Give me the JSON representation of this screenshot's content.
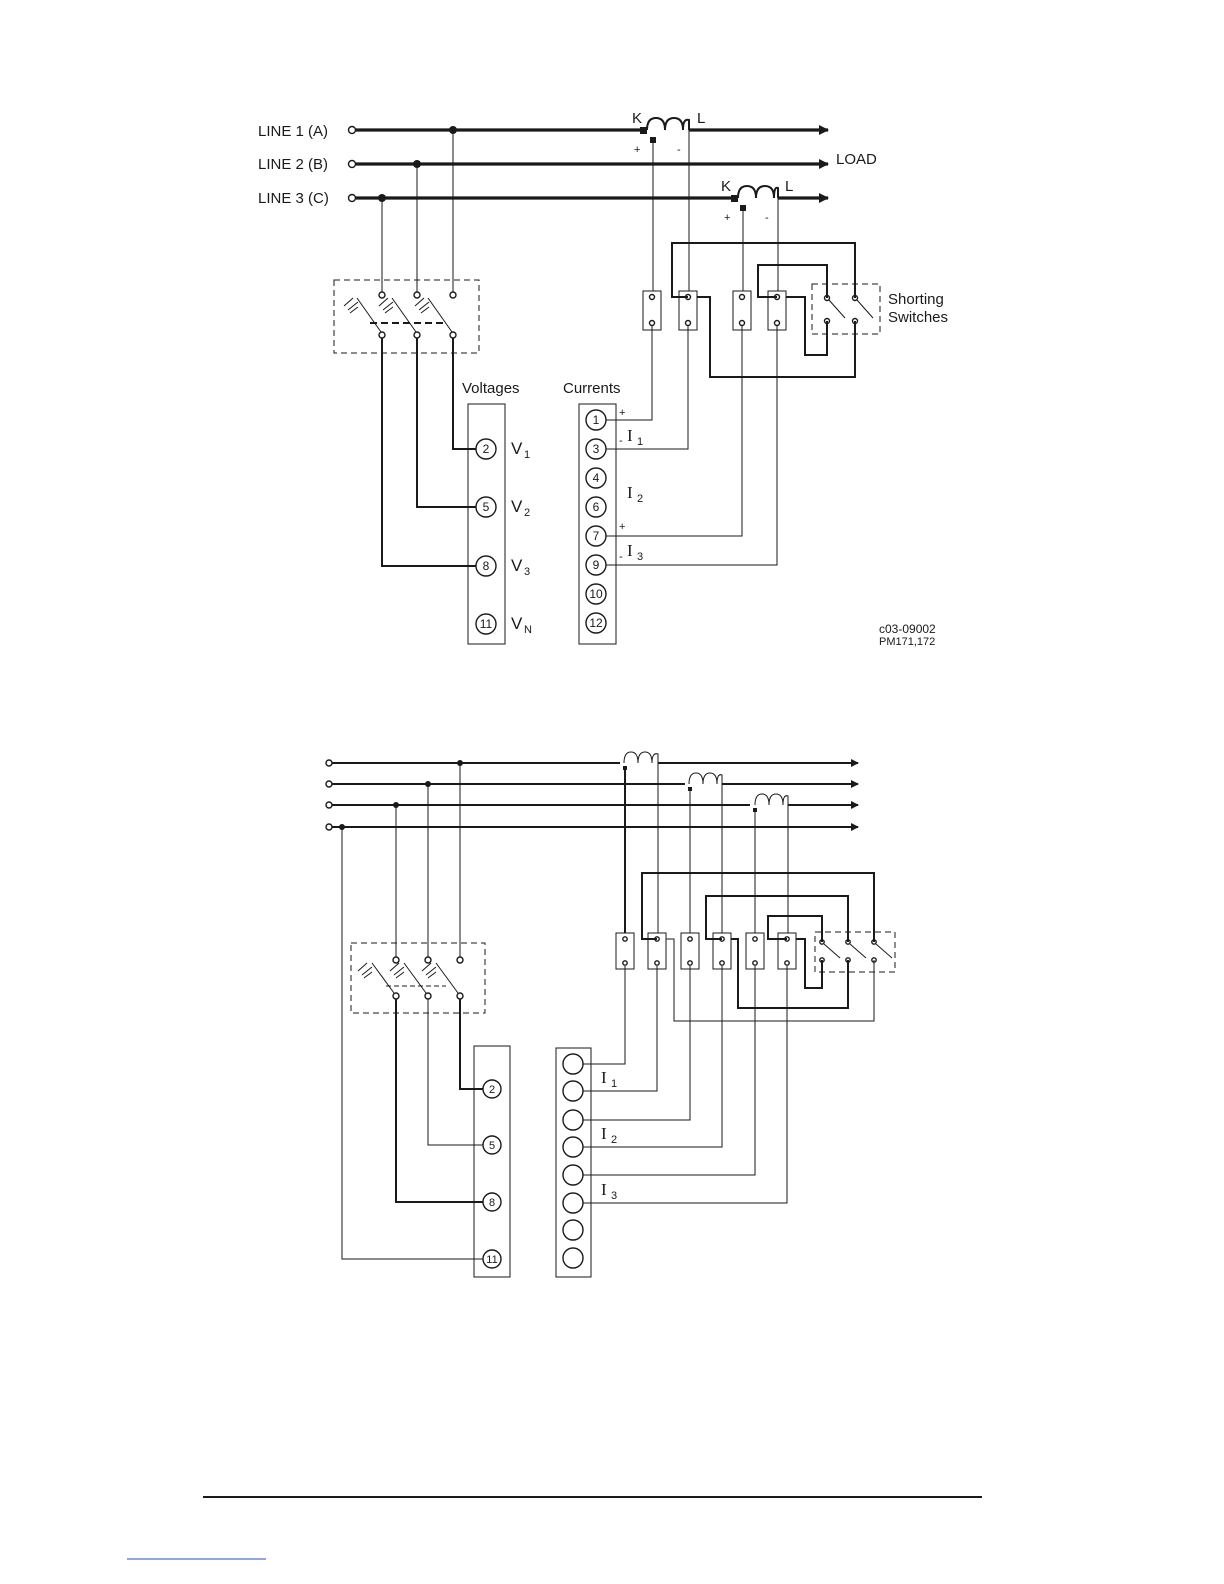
{
  "diagram1": {
    "lines": [
      "LINE 1 (A)",
      "LINE 2 (B)",
      "LINE 3 (C)"
    ],
    "load_label": "LOAD",
    "ct_labels": {
      "k": "K",
      "l": "L",
      "plus": "+",
      "minus": "-"
    },
    "shorting_label_1": "Shorting",
    "shorting_label_2": "Switches",
    "voltages_title": "Voltages",
    "currents_title": "Currents",
    "voltage_terminals": [
      "2",
      "5",
      "8",
      "11"
    ],
    "voltage_labels": [
      {
        "main": "V",
        "sub": "1"
      },
      {
        "main": "V",
        "sub": "2"
      },
      {
        "main": "V",
        "sub": "3"
      },
      {
        "main": "V",
        "sub": "N"
      }
    ],
    "current_terminals": [
      "1",
      "3",
      "4",
      "6",
      "7",
      "9",
      "10",
      "12"
    ],
    "current_labels": [
      {
        "main": "I",
        "sub": "1"
      },
      {
        "main": "I",
        "sub": "2"
      },
      {
        "main": "I",
        "sub": "3"
      }
    ],
    "code_1": "c03-09002",
    "code_2": "PM171,172"
  },
  "diagram2": {
    "voltage_terminals": [
      "2",
      "5",
      "8",
      "11"
    ],
    "current_labels": [
      {
        "main": "I",
        "sub": "1"
      },
      {
        "main": "I",
        "sub": "2"
      },
      {
        "main": "I",
        "sub": "3"
      }
    ]
  },
  "colors": {
    "ink": "#1a1a1a",
    "link": "#1f4fbf"
  }
}
